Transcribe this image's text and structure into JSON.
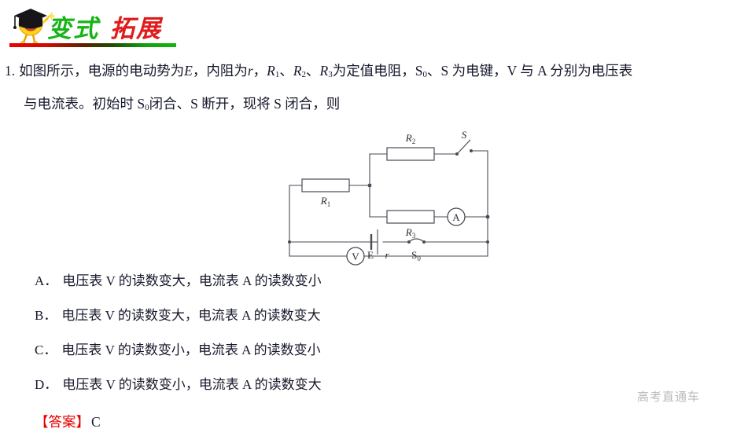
{
  "banner": {
    "mascot_icon": "graduate-mascot-icon",
    "title_part1": "变式",
    "title_part2": "拓展"
  },
  "question": {
    "number": "1.",
    "line1_a": "如图所示，电源的电动势为",
    "line1_E": "E",
    "line1_b": "，内阻为",
    "line1_r": "r",
    "line1_c": "，",
    "line1_R1": "R",
    "line1_R1sub": "1",
    "line1_d": "、",
    "line1_R2": "R",
    "line1_R2sub": "2",
    "line1_e": "、",
    "line1_R3": "R",
    "line1_R3sub": "3",
    "line1_f": "为定值电阻，S",
    "line1_S0sub": "0",
    "line1_g": "、S 为电键，V 与 A 分别为电压表",
    "line2_a": "与电流表。初始时 S",
    "line2_S0sub": "0",
    "line2_b": "闭合、S 断开，现将 S 闭合，则"
  },
  "circuit": {
    "label_R1": "R",
    "label_R1_sub": "1",
    "label_R2": "R",
    "label_R2_sub": "2",
    "label_R3": "R",
    "label_R3_sub": "3",
    "label_S": "S",
    "label_S0": "S",
    "label_S0_sub": "0",
    "label_E": "E",
    "label_r": "r",
    "label_ammeter": "A",
    "label_voltmeter": "V"
  },
  "options": [
    {
      "letter": "A．",
      "text": "电压表 V 的读数变大，电流表 A 的读数变小"
    },
    {
      "letter": "B．",
      "text": "电压表 V 的读数变大，电流表 A 的读数变大"
    },
    {
      "letter": "C．",
      "text": "电压表 V 的读数变小，电流表 A 的读数变小"
    },
    {
      "letter": "D．",
      "text": "电压表 V 的读数变小，电流表 A 的读数变大"
    }
  ],
  "answer": {
    "label": "【答案】",
    "value": "C"
  },
  "watermark": {
    "text": "高考直通车"
  },
  "colors": {
    "title_green": "#17b417",
    "title_red": "#e01b1b",
    "answer_red": "#e60000",
    "watermark_gray": "#b9b9b9",
    "text": "#16182b"
  }
}
